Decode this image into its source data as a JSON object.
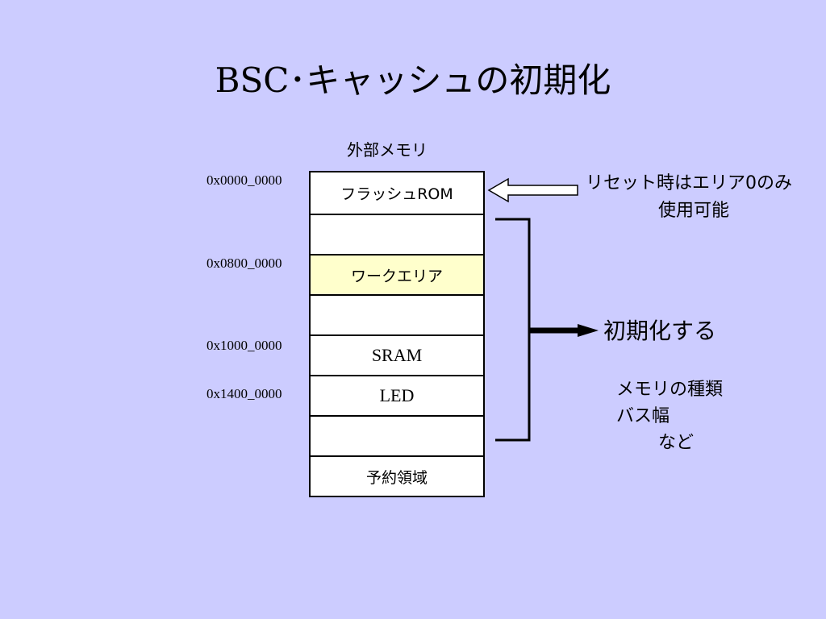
{
  "title": "BSC･キャッシュの初期化",
  "memory_heading": "外部メモリ",
  "memory_map": {
    "cells": [
      {
        "label": "フラッシュROM"
      },
      {
        "label": ""
      },
      {
        "label": "ワークエリア"
      },
      {
        "label": ""
      },
      {
        "label": "SRAM"
      },
      {
        "label": "LED"
      },
      {
        "label": ""
      },
      {
        "label": "予約領域"
      }
    ],
    "addresses": [
      "0x0000_0000",
      "0x0800_0000",
      "0x1000_0000",
      "0x1400_0000"
    ]
  },
  "reset_note": {
    "line1": "リセット時はエリア0のみ",
    "line2": "使用可能"
  },
  "init_label": "初期化する",
  "init_details": {
    "line1": "メモリの種類",
    "line2": "バス幅",
    "line3": "など"
  },
  "colors": {
    "background": "#ccccff",
    "work_area": "#ffffcc"
  }
}
